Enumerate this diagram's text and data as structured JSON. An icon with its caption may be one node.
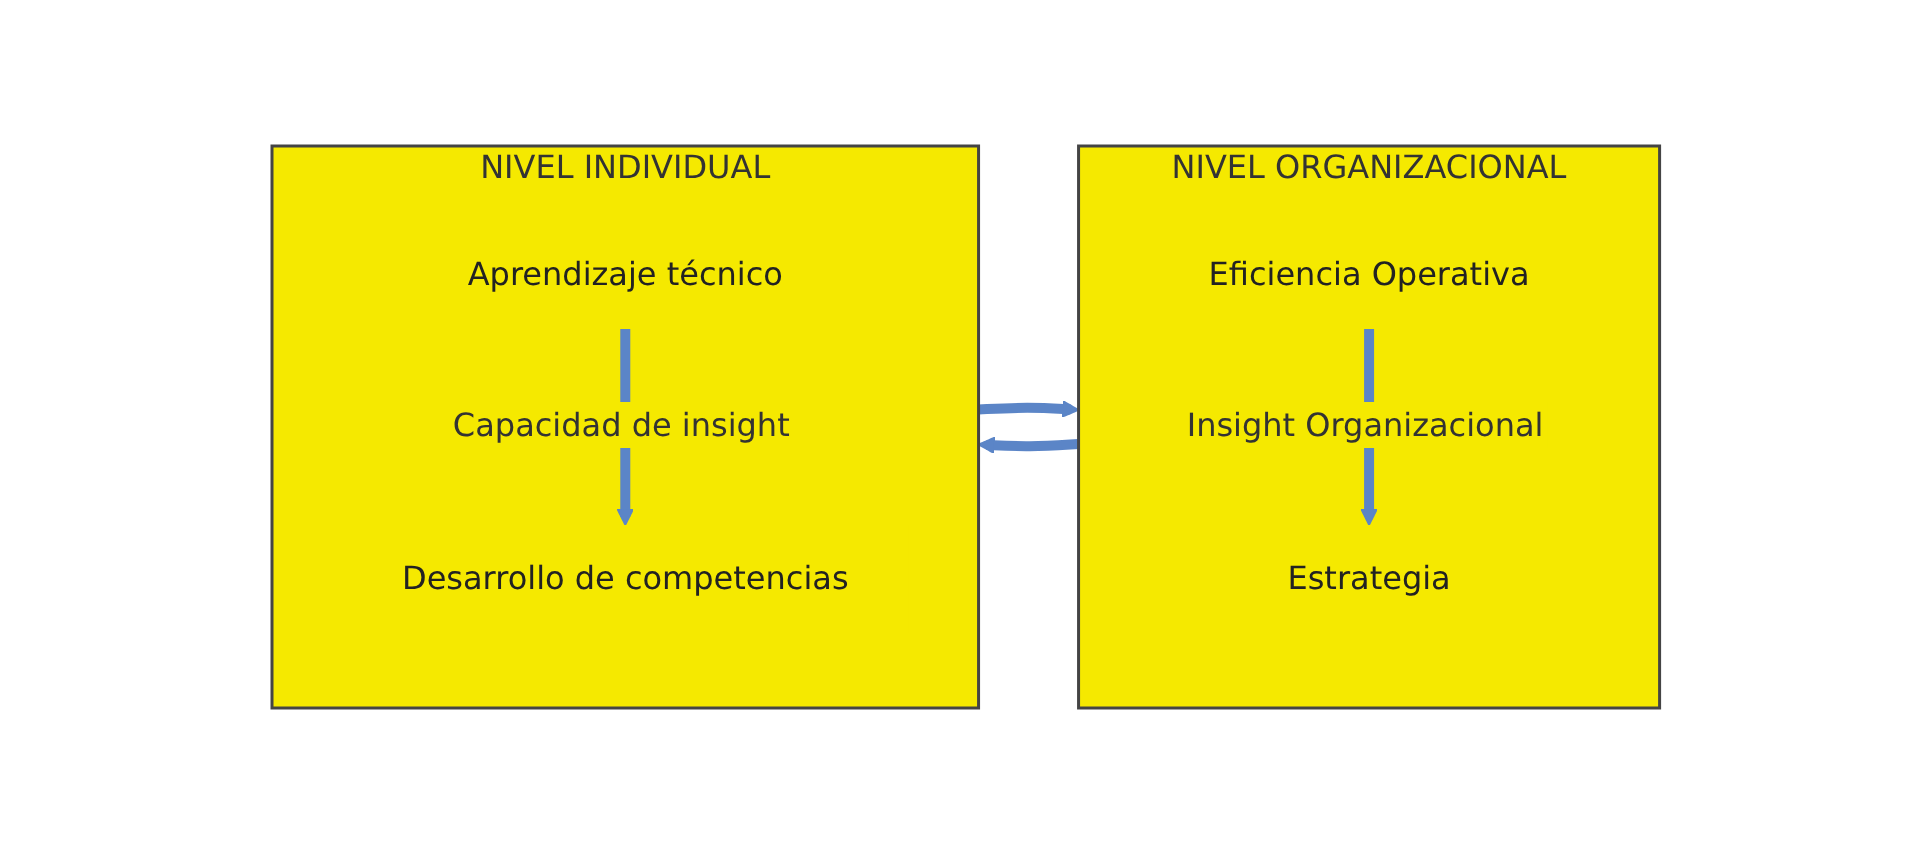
{
  "diagram": {
    "nodes": [
      {
        "text": [
          "NIVEL ORGANIZACIONAL"
        ]
      },
      {
        "text": [
          "Eficiencia Operativa"
        ],
        "in": 0
      },
      {
        "text": [
          "Estrategia"
        ],
        "in": 0
      },
      {
        "text": [
          "NIVEL INDIVIDUAL"
        ]
      },
      {
        "text": [
          "Aprendizaje técnico"
        ],
        "in": 3
      },
      {
        "text": [
          "Desarrollo de competencias"
        ],
        "in": 3
      }
    ],
    "edges": [
      {
        "from": 3,
        "to": 0,
        "arrow": "to"
      },
      {
        "from": 1,
        "to": 2,
        "label": "Insight Organizacional",
        "arrow": "to"
      },
      {
        "from": 4,
        "to": 5,
        "label": "Capacidad de insight",
        "arrow": "to"
      },
      {
        "from": 0,
        "to": 3,
        "arrow": "to"
      }
    ]
  }
}
